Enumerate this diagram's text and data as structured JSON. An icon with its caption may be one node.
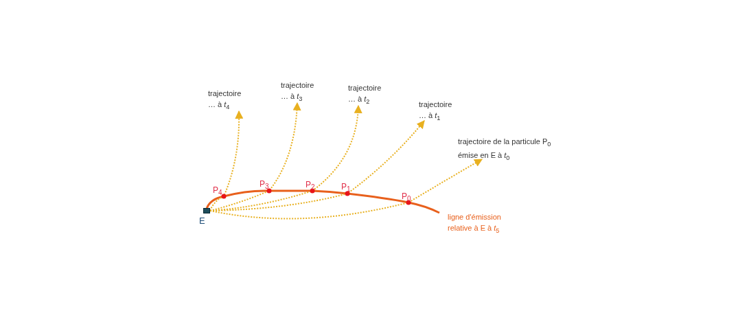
{
  "diagram": {
    "nodes": [
      {
        "text": [],
        "shape": "box",
        "beside": [
          "E"
        ]
      },
      {
        "text": [
          "trajectoire … à *t*$_{4}$"
        ]
      },
      {
        "text": [
          "trajectoire … à *t*$_{3}$"
        ]
      },
      {
        "text": [
          "trajectoire … à *t*$_{2}$"
        ]
      },
      {
        "text": [
          "trajectoire … à *t*$_{1}$"
        ]
      },
      {
        "text": [
          "trajectoire de la particule P$_{0}$ émise en E à *t*$_{0}$"
        ]
      }
    ],
    "edges": [
      {
        "from": 0,
        "to": 1,
        "arrow": "to",
        "style": "dashed"
      },
      {
        "from": 0,
        "to": 2,
        "arrow": "to",
        "style": "dashed"
      },
      {
        "from": 0,
        "to": 3,
        "arrow": "to",
        "style": "dashed"
      },
      {
        "from": 0,
        "to": 4,
        "arrow": "to",
        "style": "dashed"
      },
      {
        "from": 0,
        "to": 5,
        "arrow": "to",
        "style": "dashed"
      }
    ],
    "labels": [
      "P$_{4}$",
      "P$_{3}$",
      "P$_{2}$",
      "P$_{1}$",
      "P$_{0}$",
      "ligne d'émission relative à E à *t*$_{5}$"
    ]
  }
}
